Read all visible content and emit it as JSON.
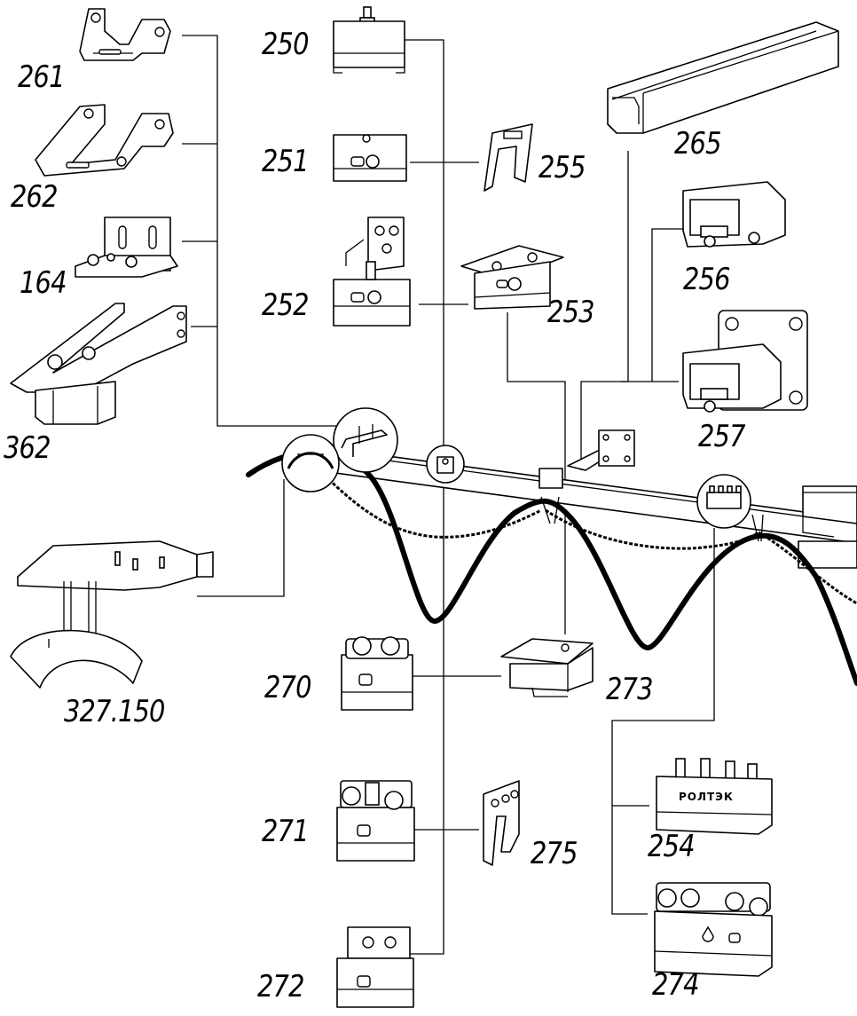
{
  "diagram": {
    "labels": {
      "p261": "261",
      "p262": "262",
      "p164": "164",
      "p362": "362",
      "p327": "327.150",
      "p250": "250",
      "p251": "251",
      "p252": "252",
      "p253": "253",
      "p255": "255",
      "p265": "265",
      "p256": "256",
      "p257": "257",
      "p270": "270",
      "p271": "271",
      "p272": "272",
      "p273": "273",
      "p275": "275",
      "p254": "254",
      "p274": "274"
    },
    "brand_text": "РОЛТЭК"
  }
}
